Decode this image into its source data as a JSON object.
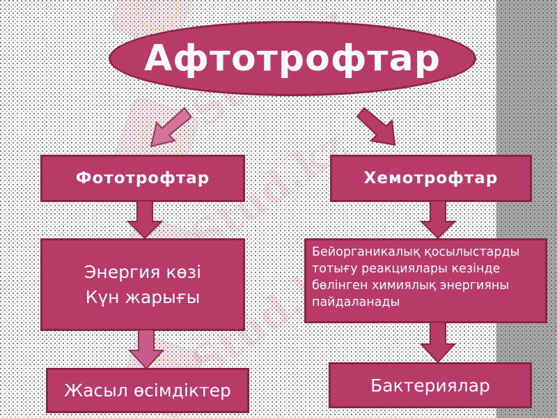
{
  "diagram": {
    "title": "Афтотрофтар",
    "branches": [
      {
        "heading": "Фототрофтар",
        "description_lines": [
          "Энергия көзі",
          "Күн жарығы"
        ],
        "example": "Жасыл өсімдіктер"
      },
      {
        "heading": "Хемотрофтар",
        "description_lines": [
          "Бейорганикалық қосылыстарды",
          "тотығу реакциялары кезінде",
          "бөлінген химиялық энергияны",
          "пайдаланады"
        ],
        "example": "Бактериялар"
      }
    ]
  },
  "watermark": {
    "text": "Stud.kz"
  },
  "colors": {
    "node_fill": "#b83a66",
    "node_border": "#8a2447",
    "text": "#ffffff",
    "right_band": "#a8a8a8"
  }
}
